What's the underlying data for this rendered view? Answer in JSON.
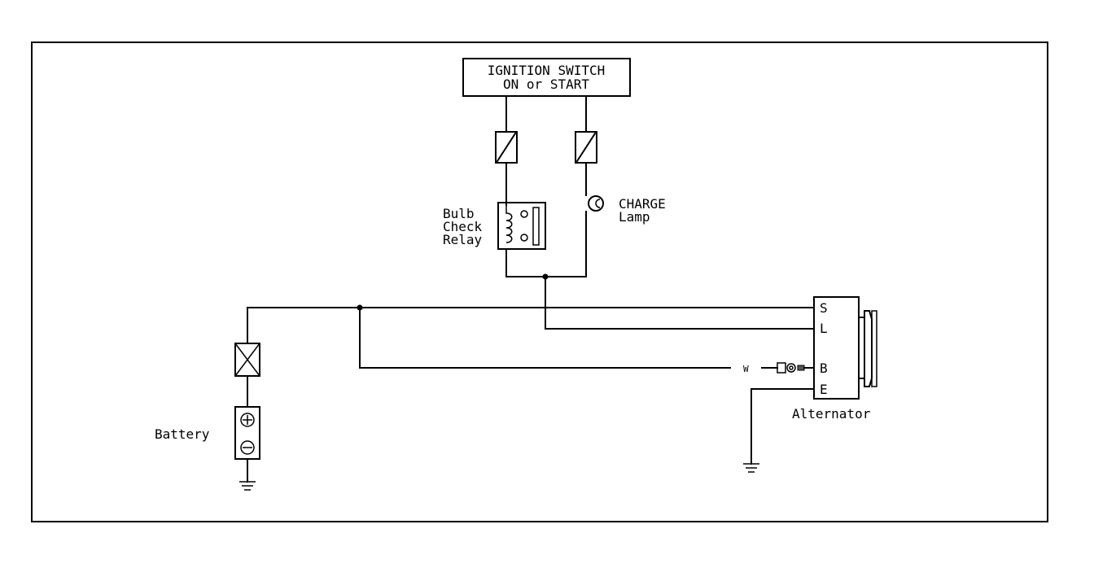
{
  "ignition_switch": {
    "line1": "IGNITION SWITCH",
    "line2": "ON or START"
  },
  "relay": {
    "line1": "Bulb",
    "line2": "Check",
    "line3": "Relay"
  },
  "charge_lamp": {
    "line1": "CHARGE",
    "line2": "Lamp"
  },
  "battery": {
    "label": "Battery"
  },
  "alternator": {
    "label": "Alternator",
    "terminals": [
      "S",
      "L",
      "B",
      "E"
    ],
    "wire_label": "W"
  }
}
